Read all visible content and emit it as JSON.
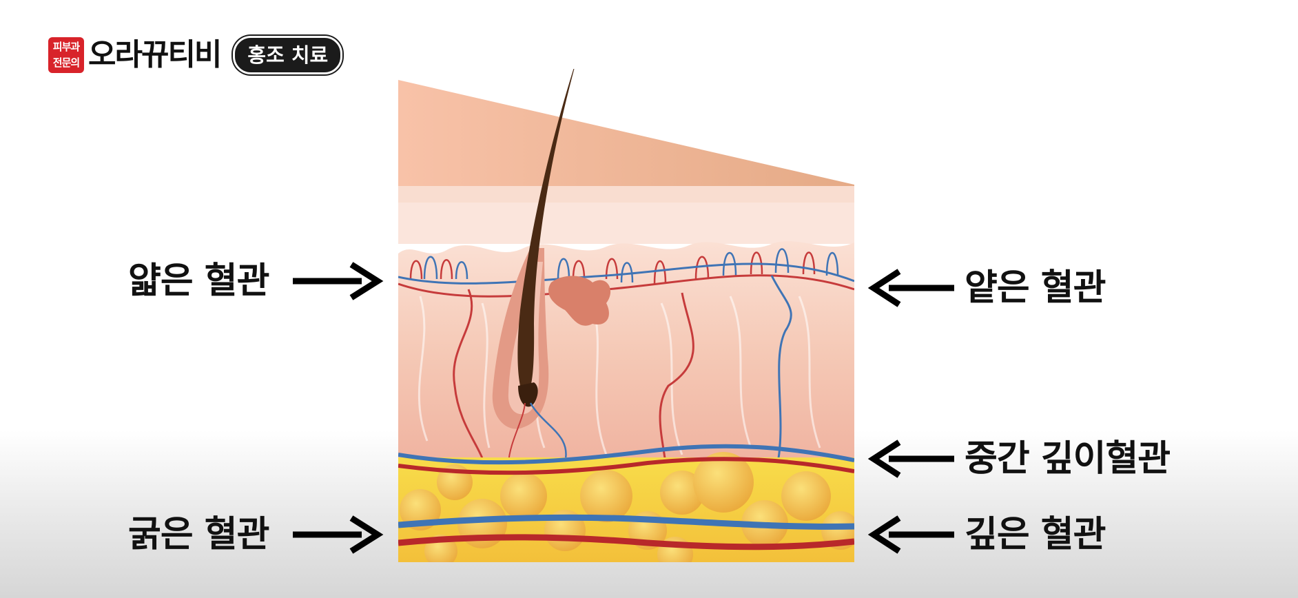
{
  "channel": {
    "badge_line1": "피부과",
    "badge_line2": "전문의",
    "name": "오라뀨티비",
    "topic": "홍조 치료"
  },
  "labels": {
    "shallow_left": "얇은 혈관",
    "thick_left": "굵은 혈관",
    "shallow_right": "얕은 혈관",
    "middle_right": "중간 깊이혈관",
    "deep_right": "깊은 혈관"
  },
  "colors": {
    "artery": "#b8282a",
    "vein": "#3f74b5",
    "fat": "#f4c531",
    "hair": "#4a2a14"
  }
}
